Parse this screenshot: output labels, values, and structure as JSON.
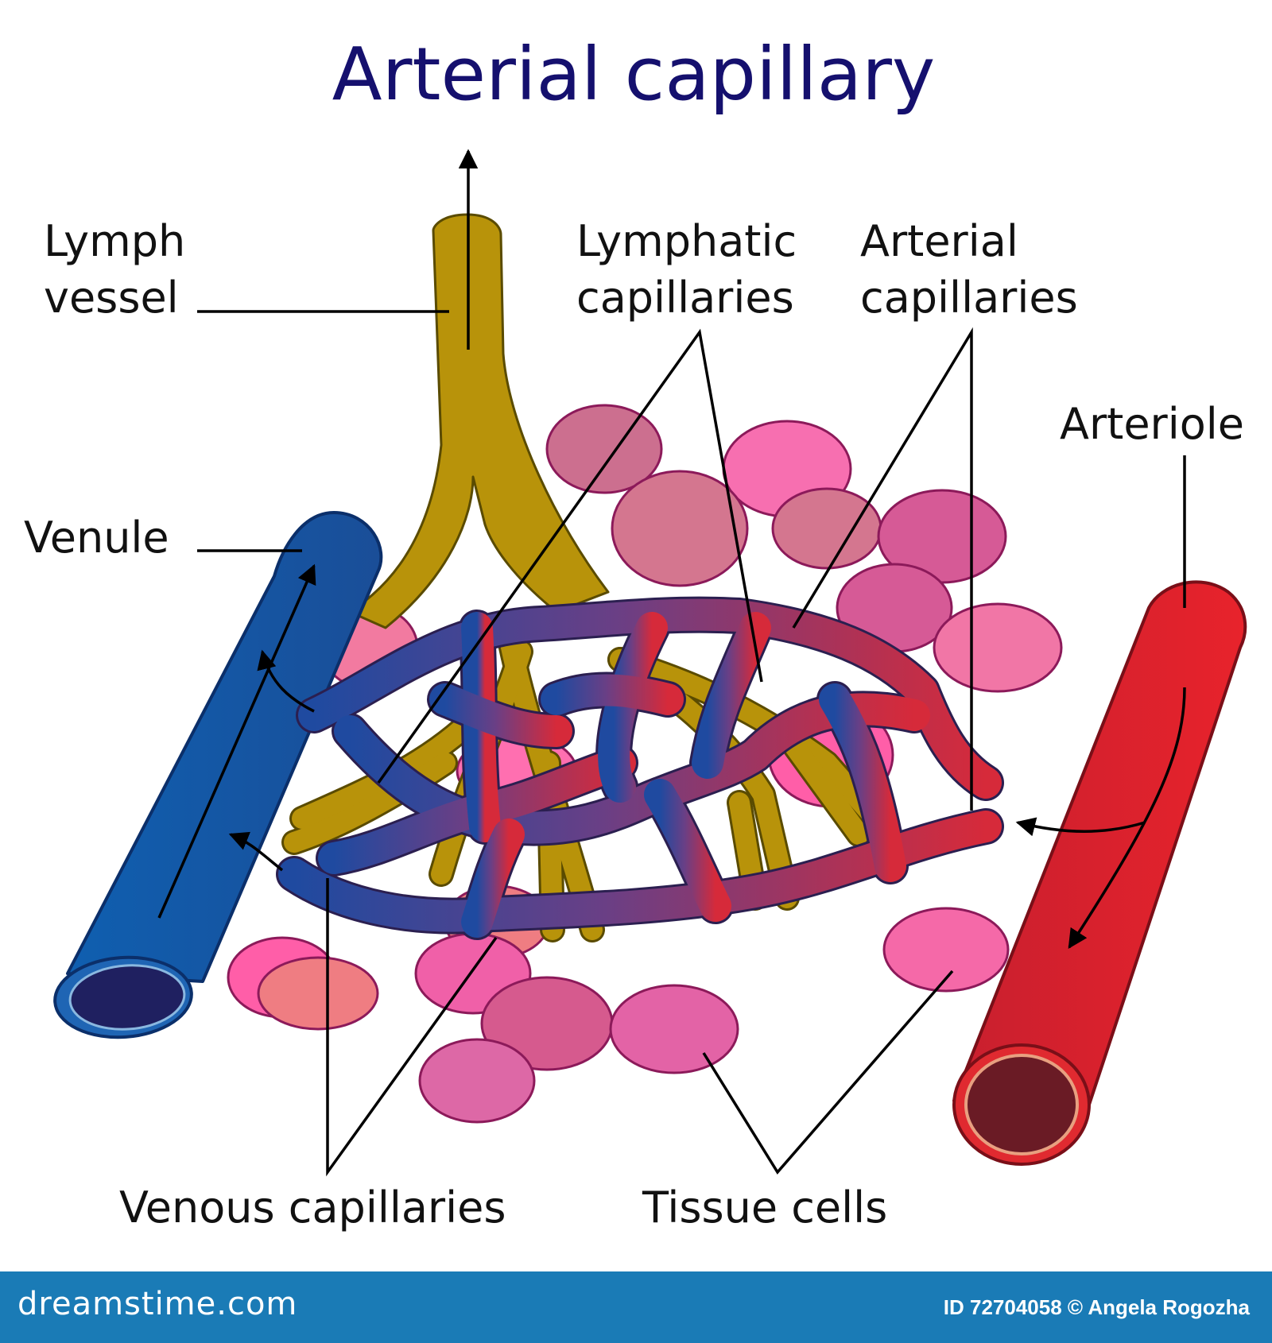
{
  "title": "Arterial capillary",
  "labels": {
    "lymph_vessel": [
      "Lymph",
      "vessel"
    ],
    "lymphatic_capillaries": [
      "Lymphatic",
      "capillaries"
    ],
    "arterial_capillaries": [
      "Arterial",
      "capillaries"
    ],
    "arteriole": "Arteriole",
    "venule": "Venule",
    "venous_capillaries": "Venous capillaries",
    "tissue_cells": "Tissue cells"
  },
  "colors": {
    "title": "#15106e",
    "lymph": "#b8930a",
    "venule": "#1a5aa8",
    "arteriole": "#e02530",
    "footer": "#1a7bb6"
  },
  "footer": {
    "logo": "dreamstime.com",
    "credit": "ID 72704058 © Angela Rogozha"
  }
}
